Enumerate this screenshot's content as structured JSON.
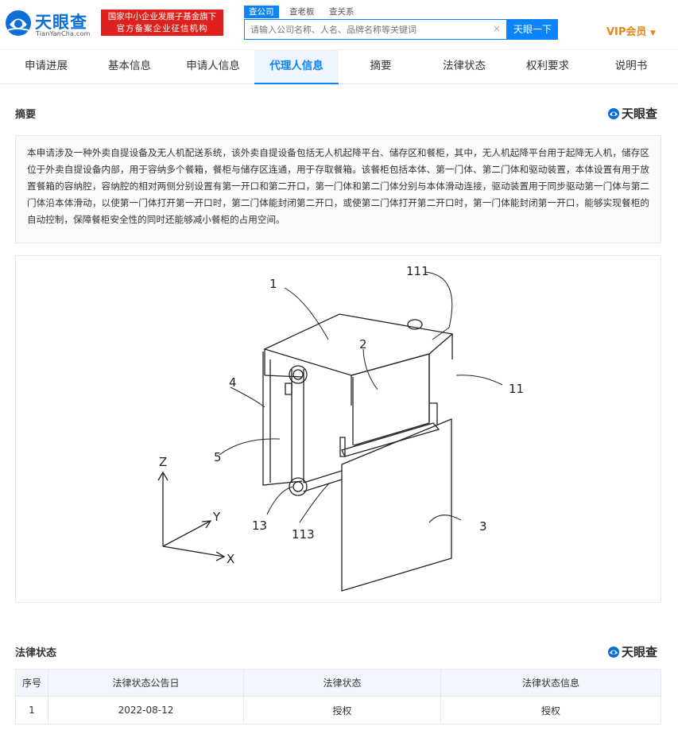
{
  "header": {
    "logo_cn": "天眼查",
    "logo_en": "TianYanCha.com",
    "badge_line1": "国家中小企业发展子基金旗下",
    "badge_line2": "官方备案企业征信机构",
    "search_tabs": [
      "查公司",
      "查老板",
      "查关系"
    ],
    "search_placeholder": "请输入公司名称、人名、品牌名称等关键词",
    "search_button": "天眼一下",
    "vip_label": "VIP会员"
  },
  "tabs": [
    "申请进展",
    "基本信息",
    "申请人信息",
    "代理人信息",
    "摘要",
    "法律状态",
    "权利要求",
    "说明书"
  ],
  "active_tab": "代理人信息",
  "abstract": {
    "title": "摘要",
    "brand": "天眼查",
    "text": "本申请涉及一种外卖自提设备及无人机配送系统，该外卖自提设备包括无人机起降平台、储存区和餐柜，其中，无人机起降平台用于起降无人机，储存区位于外卖自提设备内部，用于容纳多个餐箱，餐柜与储存区连通，用于存取餐箱。该餐柜包括本体、第一门体、第二门体和驱动装置，本体设置有用于放置餐箱的容纳腔，容纳腔的相对两侧分别设置有第一开口和第二开口，第一门体和第二门体分别与本体滑动连接，驱动装置用于同步驱动第一门体与第二门体沿本体滑动，以使第一门体打开第一开口时，第二门体能封闭第二开口，或使第二门体打开第二开口时，第一门体能封闭第一开口，能够实现餐柜的自动控制，保障餐柜安全性的同时还能够减小餐柜的占用空间。"
  },
  "figure": {
    "labels": [
      "1",
      "111",
      "2",
      "4",
      "11",
      "5",
      "Z",
      "Y",
      "13",
      "113",
      "3",
      "X"
    ]
  },
  "legal": {
    "title": "法律状态",
    "brand": "天眼查",
    "columns": [
      "序号",
      "法律状态公告日",
      "法律状态",
      "法律状态信息"
    ],
    "rows": [
      [
        "1",
        "2022-08-12",
        "授权",
        "授权"
      ]
    ]
  },
  "colors": {
    "accent": "#0b84f7",
    "badge": "#e0201c",
    "vip": "#e8861a"
  }
}
